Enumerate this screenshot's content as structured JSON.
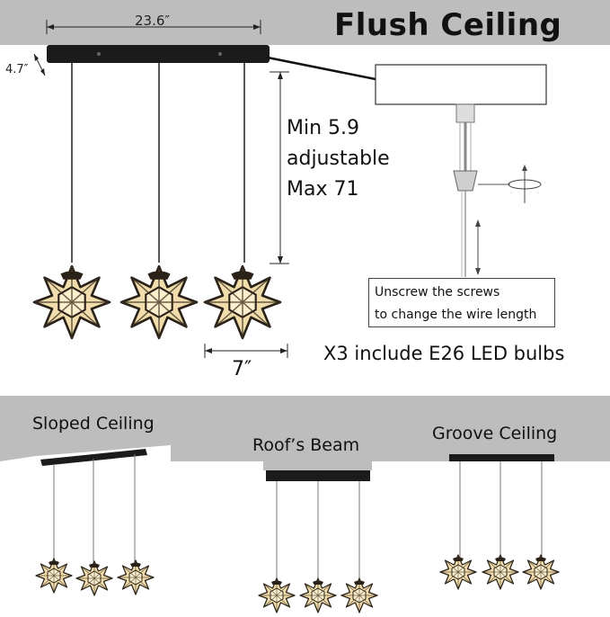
{
  "header": {
    "title": "Flush Ceiling"
  },
  "dimensions": {
    "canopy_length": "23.6″",
    "canopy_depth": "4.7″",
    "drop_min": "Min 5.9",
    "drop_adjustable": "adjustable",
    "drop_max": "Max 71",
    "shade_width": "7″"
  },
  "notes": {
    "screw_line1": "Unscrew the screws",
    "screw_line2": "to change the wire length",
    "bulbs": "X3 include E26 LED bulbs"
  },
  "installations": [
    {
      "label": "Sloped Ceiling"
    },
    {
      "label": "Roof’s Beam"
    },
    {
      "label": "Groove Ceiling"
    }
  ],
  "colors": {
    "ceiling_gray": "#bdbdbd",
    "canopy_black": "#1b1b1b",
    "shade_amber": "#f1dcab"
  },
  "icons": [
    "star-pendant-icon",
    "screw-icon",
    "arrow-icon"
  ]
}
